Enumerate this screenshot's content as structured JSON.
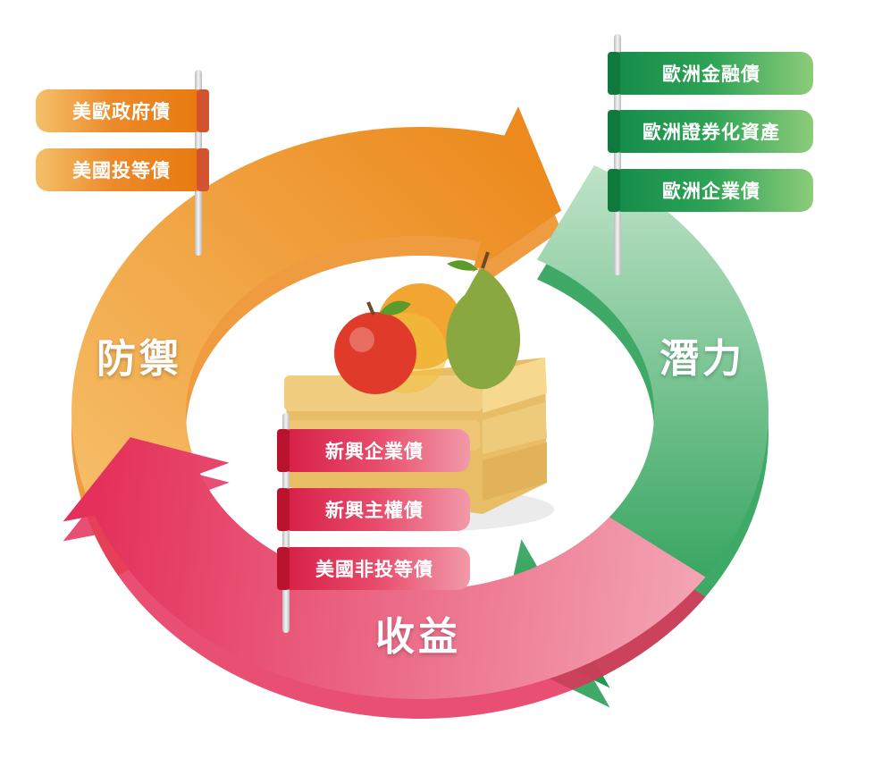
{
  "segments": [
    {
      "label": "防禦",
      "color": "#ec8a1e",
      "light": "#f6bf6a"
    },
    {
      "label": "潛力",
      "color": "#1d9a4d",
      "light": "#bfe3c8"
    },
    {
      "label": "收益",
      "color": "#e4305a",
      "light": "#f3a5b4"
    }
  ],
  "signs": {
    "defense": [
      "美歐政府債",
      "美國投等債"
    ],
    "potential": [
      "歐洲金融債",
      "歐洲證券化資產",
      "歐洲企業債"
    ],
    "income": [
      "新興企業債",
      "新興主權債",
      "美國非投等債"
    ]
  }
}
